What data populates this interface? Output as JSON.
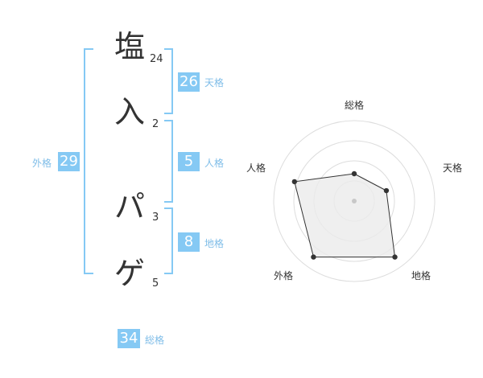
{
  "characters": [
    {
      "char": "塩",
      "strokes": "24"
    },
    {
      "char": "入",
      "strokes": "2"
    },
    {
      "char": "パ",
      "strokes": "3"
    },
    {
      "char": "ゲ",
      "strokes": "5"
    }
  ],
  "fortunes": {
    "tenkaku": {
      "value": "26",
      "label": "天格"
    },
    "jinkaku": {
      "value": "5",
      "label": "人格"
    },
    "chikaku": {
      "value": "8",
      "label": "地格"
    },
    "gaikaku": {
      "value": "29",
      "label": "外格"
    },
    "soukaku": {
      "value": "34",
      "label": "総格"
    }
  },
  "colors": {
    "accent": "#85c9f4",
    "label": "#7fbde8",
    "text": "#333333"
  },
  "chart_data": {
    "type": "radar",
    "axes": [
      "総格",
      "天格",
      "地格",
      "外格",
      "人格"
    ],
    "values": [
      0.34,
      0.42,
      0.86,
      0.86,
      0.78
    ],
    "range": [
      0,
      1
    ],
    "grid": true
  }
}
